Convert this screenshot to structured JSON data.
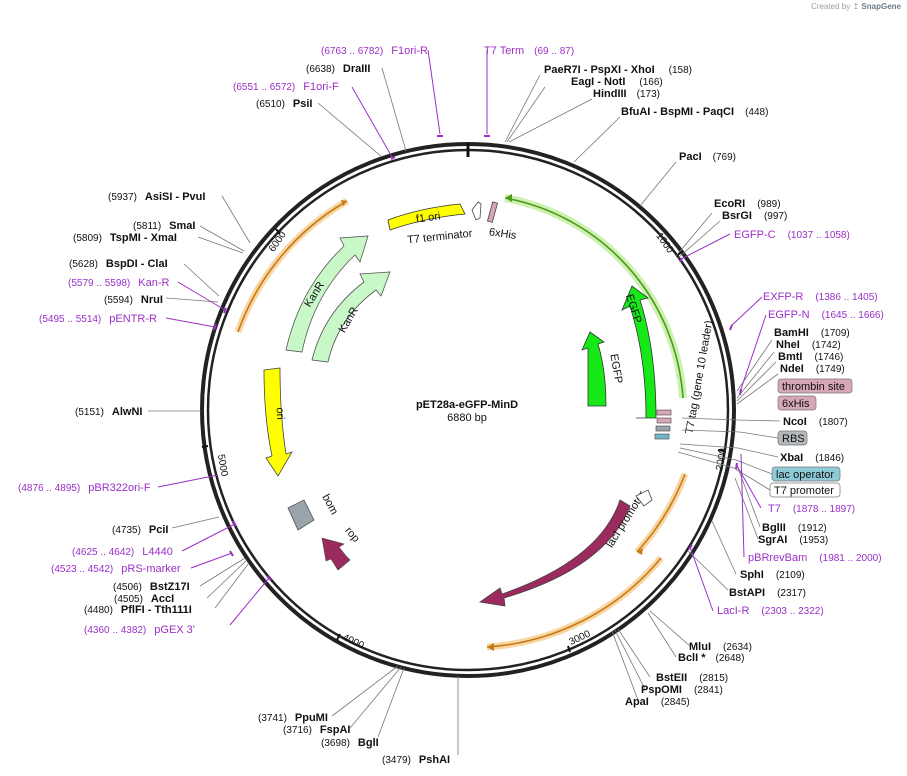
{
  "credit": {
    "prefix": "Created by",
    "brand": "SnapGene"
  },
  "plasmid": {
    "name": "pET28a-eGFP-MinD",
    "size": "6880 bp"
  },
  "ticks": [
    "1000",
    "2000",
    "3000",
    "4000",
    "5000",
    "6000"
  ],
  "colors": {
    "primer": "#9b2fc7",
    "egfp": "#17e817",
    "kanr": "#c8f7c8",
    "ori": "#ffff00",
    "laci": "#9b2a5f",
    "rop": "#9b2a5f",
    "bom": "#9aa4ab",
    "ring": "#222222"
  },
  "sites": [
    {
      "name": "PaeR7I - PspXI - XhoI",
      "pos": "(158)"
    },
    {
      "name": "EagI - NotI",
      "pos": "(166)"
    },
    {
      "name": "HindIII",
      "pos": "(173)"
    },
    {
      "name": "BfuAI - BspMI - PaqCI",
      "pos": "(448)"
    },
    {
      "name": "PacI",
      "pos": "(769)"
    },
    {
      "name": "EcoRI",
      "pos": "(989)"
    },
    {
      "name": "BsrGI",
      "pos": "(997)"
    },
    {
      "name": "BamHI",
      "pos": "(1709)"
    },
    {
      "name": "NheI",
      "pos": "(1742)"
    },
    {
      "name": "BmtI",
      "pos": "(1746)"
    },
    {
      "name": "NdeI",
      "pos": "(1749)"
    },
    {
      "name": "NcoI",
      "pos": "(1807)"
    },
    {
      "name": "XbaI",
      "pos": "(1846)"
    },
    {
      "name": "BglII",
      "pos": "(1912)"
    },
    {
      "name": "SgrAI",
      "pos": "(1953)"
    },
    {
      "name": "SphI",
      "pos": "(2109)"
    },
    {
      "name": "BstAPI",
      "pos": "(2317)"
    },
    {
      "name": "MluI",
      "pos": "(2634)"
    },
    {
      "name": "BclI *",
      "pos": "(2648)"
    },
    {
      "name": "BstEII",
      "pos": "(2815)"
    },
    {
      "name": "PspOMI",
      "pos": "(2841)"
    },
    {
      "name": "ApaI",
      "pos": "(2845)"
    },
    {
      "name": "PshAI",
      "pos": "(3479)"
    },
    {
      "name": "BglI",
      "pos": "(3698)"
    },
    {
      "name": "FspAI",
      "pos": "(3716)"
    },
    {
      "name": "PpuMI",
      "pos": "(3741)"
    },
    {
      "name": "PflFI - Tth111I",
      "pos": "(4480)"
    },
    {
      "name": "AccI",
      "pos": "(4505)"
    },
    {
      "name": "BstZ17I",
      "pos": "(4506)"
    },
    {
      "name": "PciI",
      "pos": "(4735)"
    },
    {
      "name": "AlwNI",
      "pos": "(5151)"
    },
    {
      "name": "NruI",
      "pos": "(5594)"
    },
    {
      "name": "BspDI - ClaI",
      "pos": "(5628)"
    },
    {
      "name": "TspMI - XmaI",
      "pos": "(5809)"
    },
    {
      "name": "SmaI",
      "pos": "(5811)"
    },
    {
      "name": "AsiSI - PvuI",
      "pos": "(5937)"
    },
    {
      "name": "PsiI",
      "pos": "(6510)"
    },
    {
      "name": "DraIII",
      "pos": "(6638)"
    }
  ],
  "primers": [
    {
      "name": "F1ori-R",
      "pos": "(6763 .. 6782)"
    },
    {
      "name": "T7 Term",
      "pos": "(69 .. 87)"
    },
    {
      "name": "F1ori-F",
      "pos": "(6551 .. 6572)"
    },
    {
      "name": "EGFP-C",
      "pos": "(1037 .. 1058)"
    },
    {
      "name": "EXFP-R",
      "pos": "(1386 .. 1405)"
    },
    {
      "name": "EGFP-N",
      "pos": "(1645 .. 1666)"
    },
    {
      "name": "T7",
      "pos": "(1878 .. 1897)"
    },
    {
      "name": "pBRrevBam",
      "pos": "(1981 .. 2000)"
    },
    {
      "name": "LacI-R",
      "pos": "(2303 .. 2322)"
    },
    {
      "name": "L4440",
      "pos": "(4625 .. 4642)"
    },
    {
      "name": "pRS-marker",
      "pos": "(4523 .. 4542)"
    },
    {
      "name": "pGEX 3'",
      "pos": "(4360 .. 4382)"
    },
    {
      "name": "pBR322ori-F",
      "pos": "(4876 .. 4895)"
    },
    {
      "name": "pENTR-R",
      "pos": "(5495 .. 5514)"
    },
    {
      "name": "Kan-R",
      "pos": "(5579 .. 5598)"
    }
  ],
  "boxed": [
    "thrombin site",
    "6xHis",
    "RBS",
    "lac operator",
    "T7 promoter"
  ],
  "features": {
    "f1ori": "f1 ori",
    "t7term": "T7 terminator",
    "his6": "6xHis",
    "kanr1": "KanR",
    "kanr2": "KanR",
    "ori": "ori",
    "bom": "bom",
    "rop": "rop",
    "laci": "lacI",
    "lacipromoter": "lacI promoter",
    "egfp1": "EGFP",
    "egfp2": "EGFP",
    "t7tag": "T7 tag (gene 10 leader)"
  }
}
